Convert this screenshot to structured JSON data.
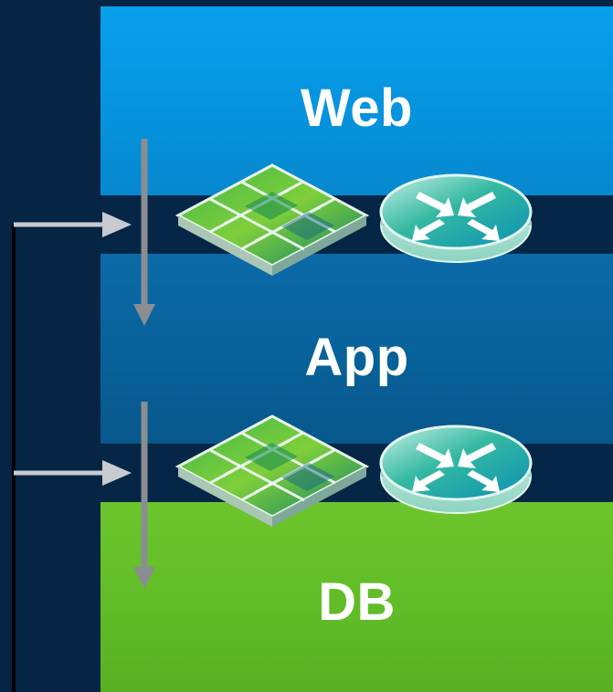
{
  "tiers": {
    "web": {
      "label": "Web"
    },
    "app": {
      "label": "App"
    },
    "db": {
      "label": "DB"
    }
  },
  "icons": {
    "firewall": "firewall-icon",
    "router": "router-icon"
  },
  "colors": {
    "background": "#062444",
    "web_tier": "#0a9ae6",
    "app_tier": "#08639c",
    "db_tier": "#64bf28",
    "arrow": "#8a8e93",
    "side_arrow": "#c8ccd0",
    "feed_line": "#000000"
  }
}
